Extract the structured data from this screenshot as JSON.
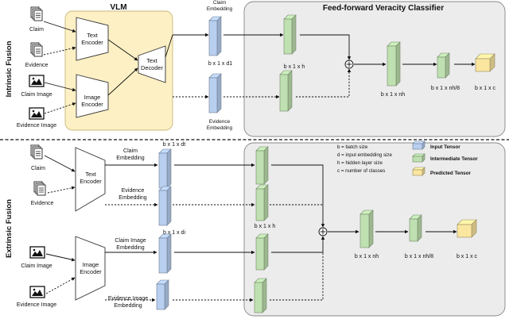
{
  "top": {
    "side_label": "Intrinsic Fusion",
    "vlm_title": "VLM",
    "classifier_title": "Feed-forward Veracity Classifier",
    "inputs": [
      "Claim",
      "Evidence",
      "Claim Image",
      "Evidence Image"
    ],
    "encoders": {
      "text": [
        "Text",
        "Encoder"
      ],
      "image": [
        "Image",
        "Encoder"
      ],
      "decoder": [
        "Text",
        "Decoder"
      ]
    },
    "claim_emb": [
      "Claim",
      "Embedding"
    ],
    "claim_dim": "b x 1 x d1",
    "evidence_emb": [
      "Evidence",
      "Embedding"
    ],
    "dims": {
      "h": "b x 1 x h",
      "nh": "b x 1 x nh",
      "nh8": "b x 1 x nh/8",
      "c": "b x 1 x c"
    }
  },
  "bottom": {
    "side_label": "Extrinsic Fusion",
    "inputs": [
      "Claim",
      "Evidence",
      "Claim Image",
      "Evidence Image"
    ],
    "encoders": {
      "text": [
        "Text",
        "Encoder"
      ],
      "image": [
        "Image",
        "Encoder"
      ]
    },
    "dt": "b x 1 x dt",
    "di": "b x 1 x di",
    "claim_emb": [
      "Claim",
      "Embedding"
    ],
    "evidence_emb": [
      "Evidence",
      "Embedding"
    ],
    "claim_img_emb": [
      "Claim Image",
      "Embedding"
    ],
    "evidence_img_emb": [
      "Evidence Image",
      "Embedding"
    ],
    "dims": {
      "h": "b x 1 x h",
      "nh": "b x 1 x nh",
      "nh8": "b x 1 x nh/8",
      "c": "b x 1 x c"
    }
  },
  "notes": [
    "b = batch size",
    "d = input embedding size",
    "h = hidden layer size",
    "c = number of classes"
  ],
  "legend": {
    "input": "Input Tensor",
    "intermediate": "Intermediate Tensor",
    "predicted": "Predicted Tensor"
  },
  "colors": {
    "input_tensor": "#b8cff0",
    "intermediate_tensor": "#bfe0b0",
    "predicted_tensor": "#fbe6a0",
    "vlm_box": "#fdf0c4",
    "classifier_box": "#ececec"
  }
}
